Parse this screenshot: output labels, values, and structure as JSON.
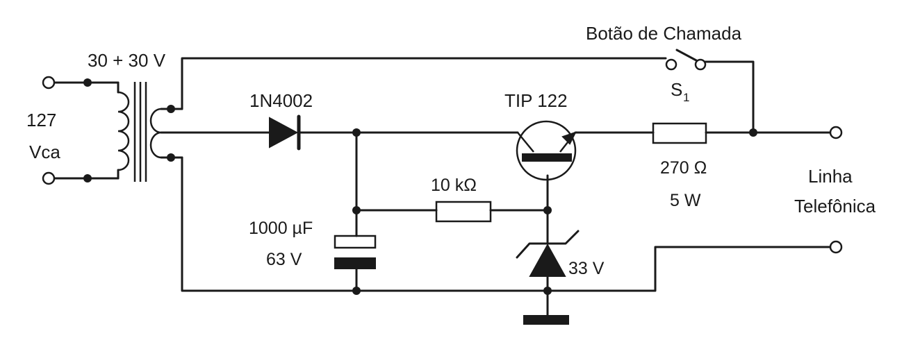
{
  "labels": {
    "switch_title": "Botão de Chamada",
    "transformer_voltage": "30 + 30 V",
    "mains_voltage": "127",
    "mains_unit": "Vca",
    "diode": "1N4002",
    "transistor": "TIP 122",
    "switch_ref": "S",
    "switch_ref_sub": "1",
    "resistor_power_value": "270 Ω",
    "resistor_power_rating": "5 W",
    "output_line_1": "Linha",
    "output_line_2": "Telefônica",
    "resistor_bias": "10 kΩ",
    "capacitor_value": "1000 µF",
    "capacitor_voltage": "63 V",
    "zener": "33 V"
  }
}
